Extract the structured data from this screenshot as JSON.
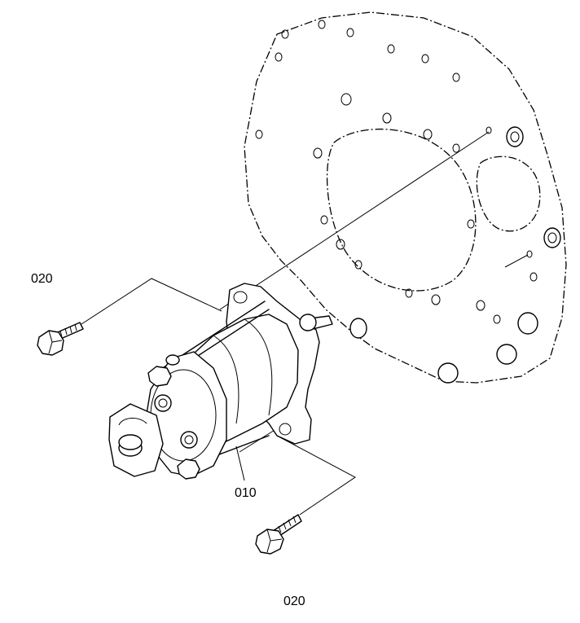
{
  "callouts": {
    "bolt_upper": "020",
    "starter": "010",
    "bolt_lower": "020"
  },
  "icons": [
    "flywheel-housing-plate",
    "starter-motor",
    "flange-bolt"
  ]
}
